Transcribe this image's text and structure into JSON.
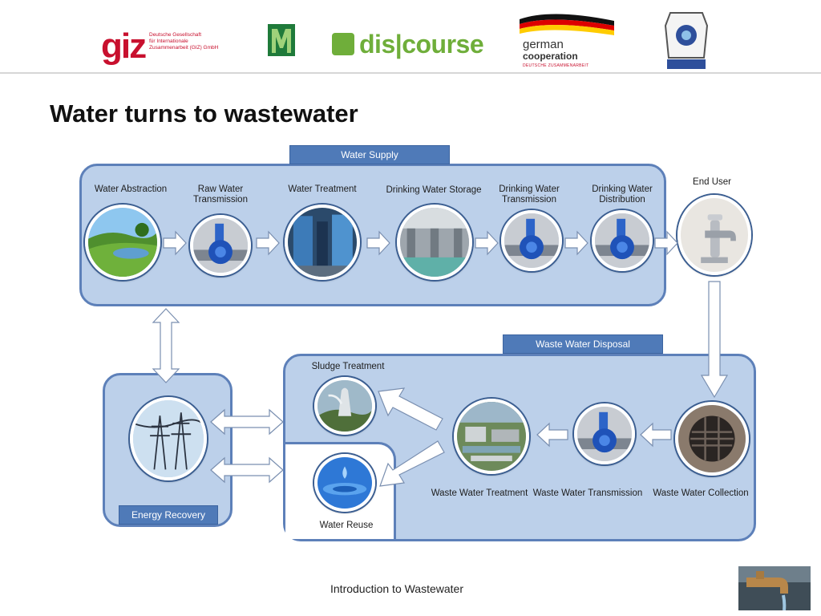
{
  "header": {
    "giz_mark": "giz",
    "giz_text": [
      "Deutsche Gesellschaft",
      "für Internationale",
      "Zusammenarbeit (GIZ) GmbH"
    ],
    "discourse_text": "dis|course",
    "gc_line1": "german",
    "gc_line2": "cooperation",
    "gc_tagline": "DEUTSCHE ZUSAMMENARBEIT",
    "brand_red": "#c8102e",
    "brand_green": "#6fae3a"
  },
  "title": "Water turns to wastewater",
  "diagram": {
    "tabs": {
      "water_supply": "Water Supply",
      "waste_water_disposal": "Waste Water Disposal",
      "energy_recovery": "Energy Recovery"
    },
    "steps": {
      "water_abstraction": "Water Abstraction",
      "raw_water_transmission": "Raw Water Transmission",
      "water_treatment": "Water Treatment",
      "drinking_water_storage": "Drinking Water Storage",
      "drinking_water_transmission": "Drinking Water Transmission",
      "drinking_water_distribution": "Drinking Water Distribution",
      "end_user": "End User",
      "waste_water_collection": "Waste Water Collection",
      "waste_water_transmission": "Waste Water Transmission",
      "waste_water_treatment": "Waste Water Treatment",
      "sludge_treatment": "Sludge Treatment",
      "water_reuse": "Water Reuse"
    },
    "colors": {
      "panel_fill": "#bcd0ea",
      "panel_border": "#5d80b9",
      "tab_fill": "#4f7ab8"
    }
  },
  "footer": {
    "text": "Introduction to Wastewater"
  }
}
